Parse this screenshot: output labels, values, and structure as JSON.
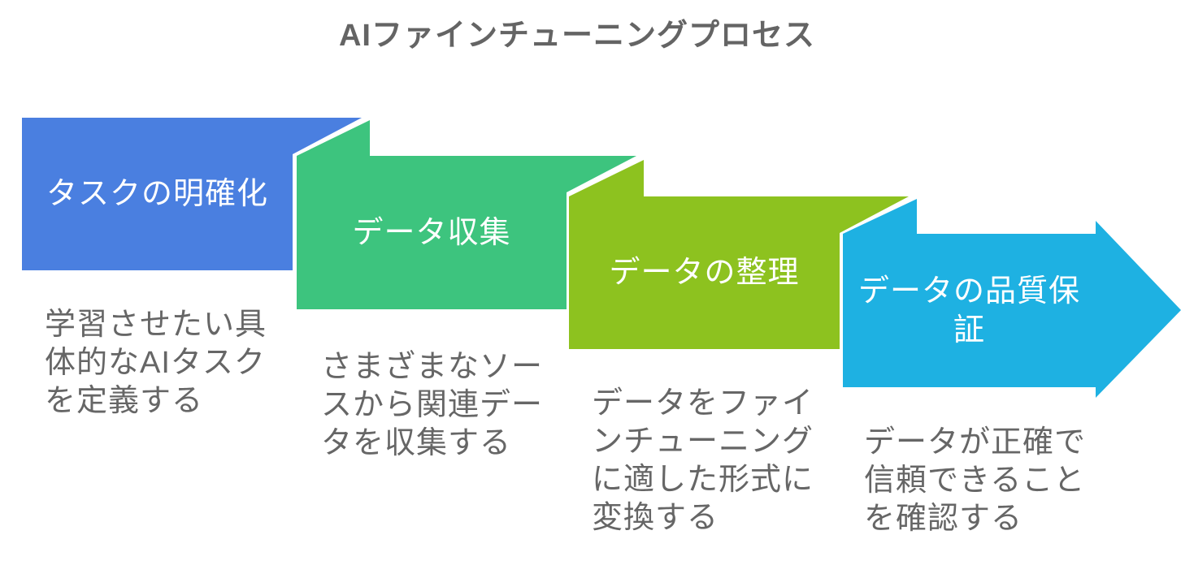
{
  "title": "AIファインチューニングプロセス",
  "steps": [
    {
      "label": "タスクの明確化",
      "description": "学習させたい具体的なAIタスクを定義する",
      "color": "#4a7fe0"
    },
    {
      "label": "データ収集",
      "description": "さまざまなソースから関連データを収集する",
      "color": "#3dc47e"
    },
    {
      "label": "データの整理",
      "description": "データをファインチューニングに適した形式に変換する",
      "color": "#8dc21f"
    },
    {
      "label": "データの品質保証",
      "description": "データが正確で信頼できることを確認する",
      "color": "#1eb1e2"
    }
  ],
  "text_colors": {
    "title": "#646464",
    "label": "#ffffff",
    "description": "#666666"
  },
  "background": "#ffffff"
}
